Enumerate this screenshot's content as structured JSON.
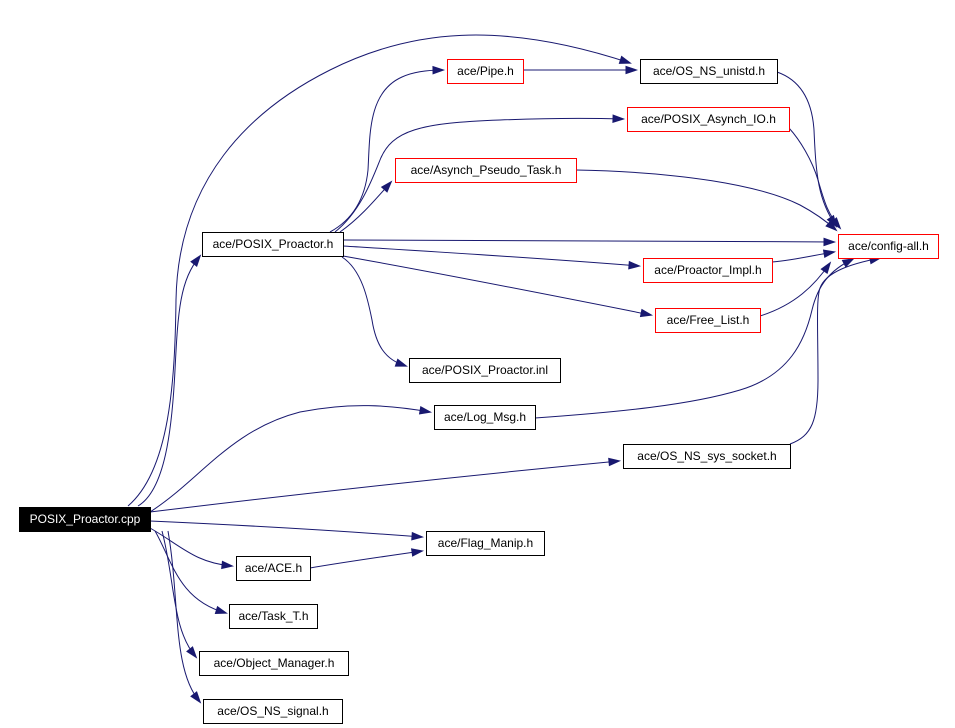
{
  "diagram": {
    "colors": {
      "edge": "#191970",
      "root_fill": "#000000",
      "root_text": "#ffffff",
      "node_border_default": "#000000",
      "node_border_linked": "#ff0000",
      "node_fill": "#ffffff",
      "node_text": "#000000"
    },
    "nodes": [
      {
        "id": "posix_proactor_cpp",
        "label": "POSIX_Proactor.cpp",
        "style": "root"
      },
      {
        "id": "posix_proactor_h",
        "label": "ace/POSIX_Proactor.h",
        "style": "default"
      },
      {
        "id": "pipe_h",
        "label": "ace/Pipe.h",
        "style": "linked"
      },
      {
        "id": "os_ns_unistd_h",
        "label": "ace/OS_NS_unistd.h",
        "style": "default"
      },
      {
        "id": "posix_asynch_io_h",
        "label": "ace/POSIX_Asynch_IO.h",
        "style": "linked"
      },
      {
        "id": "asynch_pseudo_task_h",
        "label": "ace/Asynch_Pseudo_Task.h",
        "style": "linked"
      },
      {
        "id": "config_all_h",
        "label": "ace/config-all.h",
        "style": "linked"
      },
      {
        "id": "proactor_impl_h",
        "label": "ace/Proactor_Impl.h",
        "style": "linked"
      },
      {
        "id": "free_list_h",
        "label": "ace/Free_List.h",
        "style": "linked"
      },
      {
        "id": "posix_proactor_inl",
        "label": "ace/POSIX_Proactor.inl",
        "style": "default"
      },
      {
        "id": "log_msg_h",
        "label": "ace/Log_Msg.h",
        "style": "default"
      },
      {
        "id": "os_ns_sys_socket_h",
        "label": "ace/OS_NS_sys_socket.h",
        "style": "default"
      },
      {
        "id": "flag_manip_h",
        "label": "ace/Flag_Manip.h",
        "style": "default"
      },
      {
        "id": "ace_h",
        "label": "ace/ACE.h",
        "style": "default"
      },
      {
        "id": "task_t_h",
        "label": "ace/Task_T.h",
        "style": "default"
      },
      {
        "id": "object_manager_h",
        "label": "ace/Object_Manager.h",
        "style": "default"
      },
      {
        "id": "os_ns_signal_h",
        "label": "ace/OS_NS_signal.h",
        "style": "default"
      }
    ],
    "edges": [
      {
        "from": "posix_proactor_cpp",
        "to": "os_ns_unistd_h"
      },
      {
        "from": "posix_proactor_cpp",
        "to": "posix_proactor_h"
      },
      {
        "from": "posix_proactor_cpp",
        "to": "log_msg_h"
      },
      {
        "from": "posix_proactor_cpp",
        "to": "os_ns_sys_socket_h"
      },
      {
        "from": "posix_proactor_cpp",
        "to": "flag_manip_h"
      },
      {
        "from": "posix_proactor_cpp",
        "to": "ace_h"
      },
      {
        "from": "posix_proactor_cpp",
        "to": "task_t_h"
      },
      {
        "from": "posix_proactor_cpp",
        "to": "object_manager_h"
      },
      {
        "from": "posix_proactor_cpp",
        "to": "os_ns_signal_h"
      },
      {
        "from": "posix_proactor_h",
        "to": "pipe_h"
      },
      {
        "from": "posix_proactor_h",
        "to": "posix_asynch_io_h"
      },
      {
        "from": "posix_proactor_h",
        "to": "asynch_pseudo_task_h"
      },
      {
        "from": "posix_proactor_h",
        "to": "config_all_h"
      },
      {
        "from": "posix_proactor_h",
        "to": "proactor_impl_h"
      },
      {
        "from": "posix_proactor_h",
        "to": "free_list_h"
      },
      {
        "from": "posix_proactor_h",
        "to": "posix_proactor_inl"
      },
      {
        "from": "pipe_h",
        "to": "os_ns_unistd_h"
      },
      {
        "from": "os_ns_unistd_h",
        "to": "config_all_h"
      },
      {
        "from": "posix_asynch_io_h",
        "to": "config_all_h"
      },
      {
        "from": "asynch_pseudo_task_h",
        "to": "config_all_h"
      },
      {
        "from": "proactor_impl_h",
        "to": "config_all_h"
      },
      {
        "from": "free_list_h",
        "to": "config_all_h"
      },
      {
        "from": "log_msg_h",
        "to": "config_all_h"
      },
      {
        "from": "os_ns_sys_socket_h",
        "to": "config_all_h"
      },
      {
        "from": "ace_h",
        "to": "flag_manip_h"
      }
    ]
  }
}
